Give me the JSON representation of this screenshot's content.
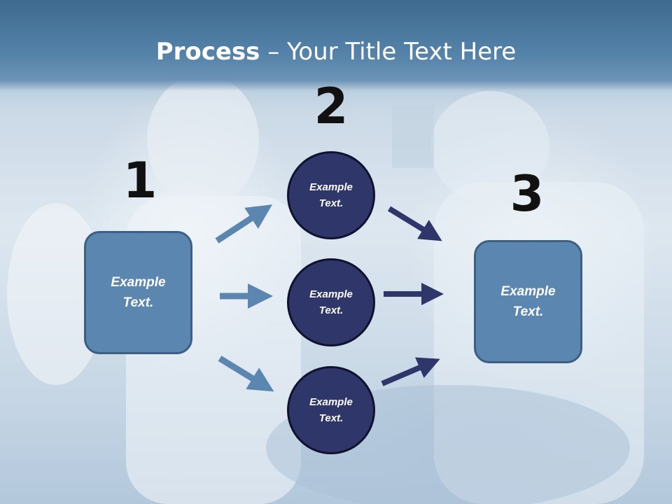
{
  "title": {
    "bold": "Process",
    "rest": " – Your Title Text Here"
  },
  "steps": {
    "one": "1",
    "two": "2",
    "three": "3"
  },
  "left_box": {
    "text": "Example\nText."
  },
  "right_box": {
    "text": "Example\nText."
  },
  "circles": [
    {
      "text": "Example\nText."
    },
    {
      "text": "Example\nText."
    },
    {
      "text": "Example\nText."
    }
  ],
  "colors": {
    "header": "#4f7ba3",
    "box_fill": "#5b86b0",
    "circle_fill": "#2f3669",
    "arrow_light": "#5b86b0",
    "arrow_dark": "#2f3669"
  }
}
